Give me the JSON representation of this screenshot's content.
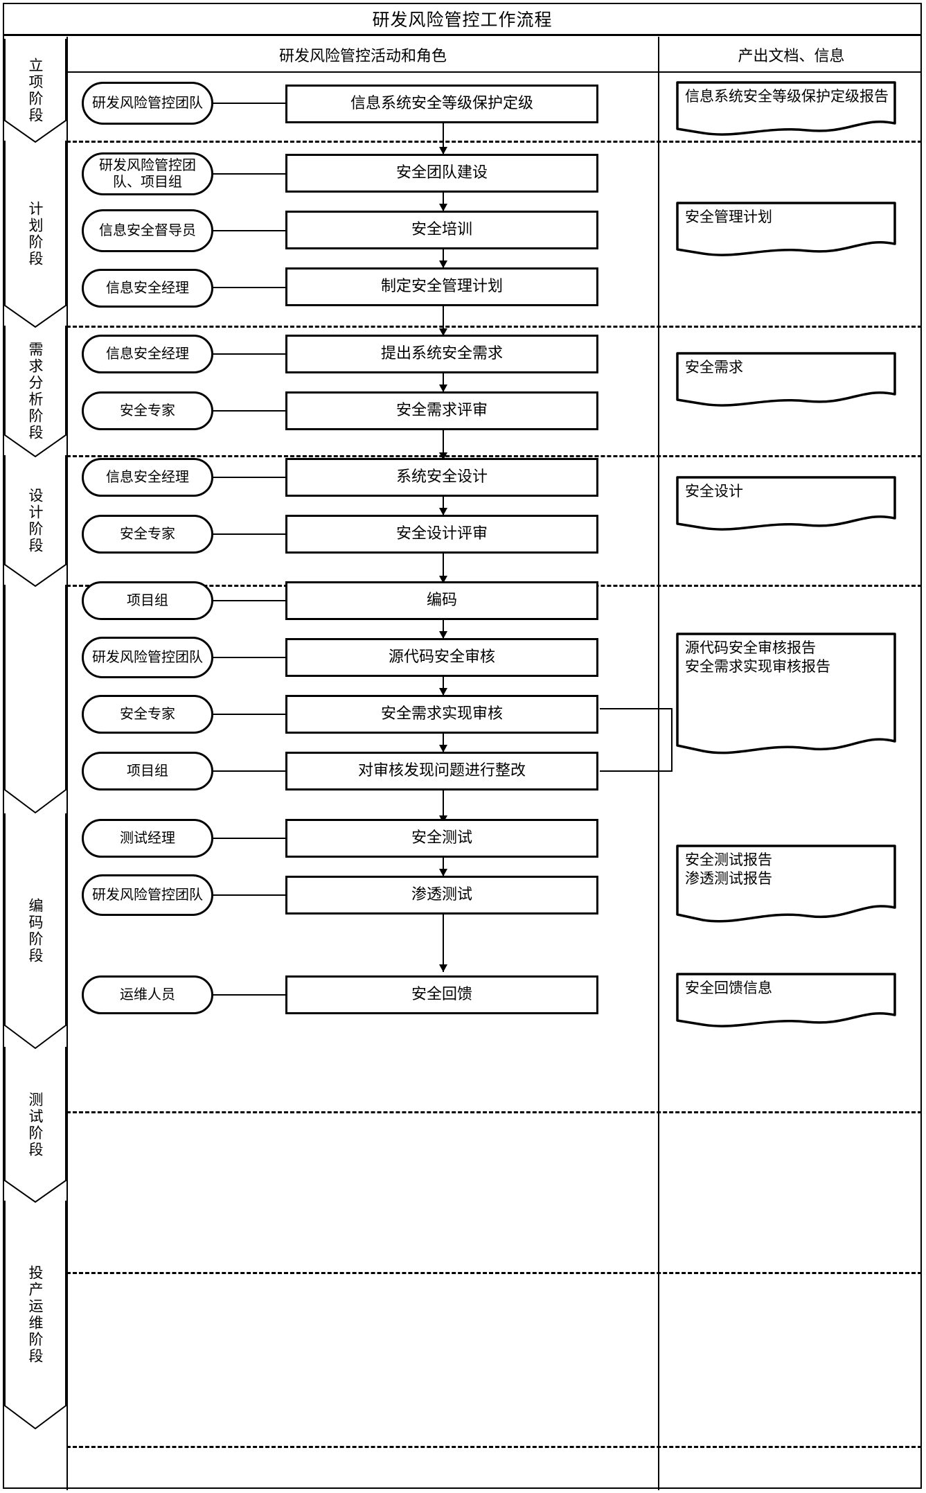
{
  "header": {
    "title": "研发风险管控工作流程",
    "columns": [
      {
        "key": "activities",
        "label": "研发风险管控活动和角色"
      },
      {
        "key": "documents",
        "label": "产出文档、信息"
      }
    ]
  },
  "stages": [
    {
      "id": "initiation",
      "label": "立项阶段"
    },
    {
      "id": "planning",
      "label": "计划阶段"
    },
    {
      "id": "requirement",
      "label": "需求分析阶段"
    },
    {
      "id": "design",
      "label": "设计阶段"
    },
    {
      "id": "coding",
      "label": "编码阶段"
    },
    {
      "id": "testing",
      "label": "测试阶段"
    },
    {
      "id": "operations",
      "label": "投产运维阶段"
    }
  ],
  "roles": [
    {
      "id": "r1",
      "label": "研发风险管控团队"
    },
    {
      "id": "r2",
      "label": "研发风险管控团队、项目组"
    },
    {
      "id": "r3",
      "label": "信息安全督导员"
    },
    {
      "id": "r4",
      "label": "信息安全经理"
    },
    {
      "id": "r5",
      "label": "信息安全经理"
    },
    {
      "id": "r6",
      "label": "安全专家"
    },
    {
      "id": "r7",
      "label": "信息安全经理"
    },
    {
      "id": "r8",
      "label": "安全专家"
    },
    {
      "id": "r9",
      "label": "项目组"
    },
    {
      "id": "r10",
      "label": "研发风险管控团队"
    },
    {
      "id": "r11",
      "label": "安全专家"
    },
    {
      "id": "r12",
      "label": "项目组"
    },
    {
      "id": "r13",
      "label": "测试经理"
    },
    {
      "id": "r14",
      "label": "研发风险管控团队"
    },
    {
      "id": "r15",
      "label": "运维人员"
    }
  ],
  "activities": [
    {
      "id": "a1",
      "label": "信息系统安全等级保护定级"
    },
    {
      "id": "a2",
      "label": "安全团队建设"
    },
    {
      "id": "a3",
      "label": "安全培训"
    },
    {
      "id": "a4",
      "label": "制定安全管理计划"
    },
    {
      "id": "a5",
      "label": "提出系统安全需求"
    },
    {
      "id": "a6",
      "label": "安全需求评审"
    },
    {
      "id": "a7",
      "label": "系统安全设计"
    },
    {
      "id": "a8",
      "label": "安全设计评审"
    },
    {
      "id": "a9",
      "label": "编码"
    },
    {
      "id": "a10",
      "label": "源代码安全审核"
    },
    {
      "id": "a11",
      "label": "安全需求实现审核"
    },
    {
      "id": "a12",
      "label": "对审核发现问题进行整改"
    },
    {
      "id": "a13",
      "label": "安全测试"
    },
    {
      "id": "a14",
      "label": "渗透测试"
    },
    {
      "id": "a15",
      "label": "安全回馈"
    }
  ],
  "documents": [
    {
      "id": "d1",
      "label": "信息系统安全等级保护定级报告"
    },
    {
      "id": "d2",
      "label": "安全管理计划"
    },
    {
      "id": "d3",
      "label": "安全需求"
    },
    {
      "id": "d4",
      "label": "安全设计"
    },
    {
      "id": "d5",
      "label": "源代码安全审核报告\n安全需求实现审核报告"
    },
    {
      "id": "d6",
      "label": "安全测试报告\n渗透测试报告"
    },
    {
      "id": "d7",
      "label": "安全回馈信息"
    }
  ],
  "colors": {
    "line": "#000000",
    "background": "#ffffff"
  }
}
